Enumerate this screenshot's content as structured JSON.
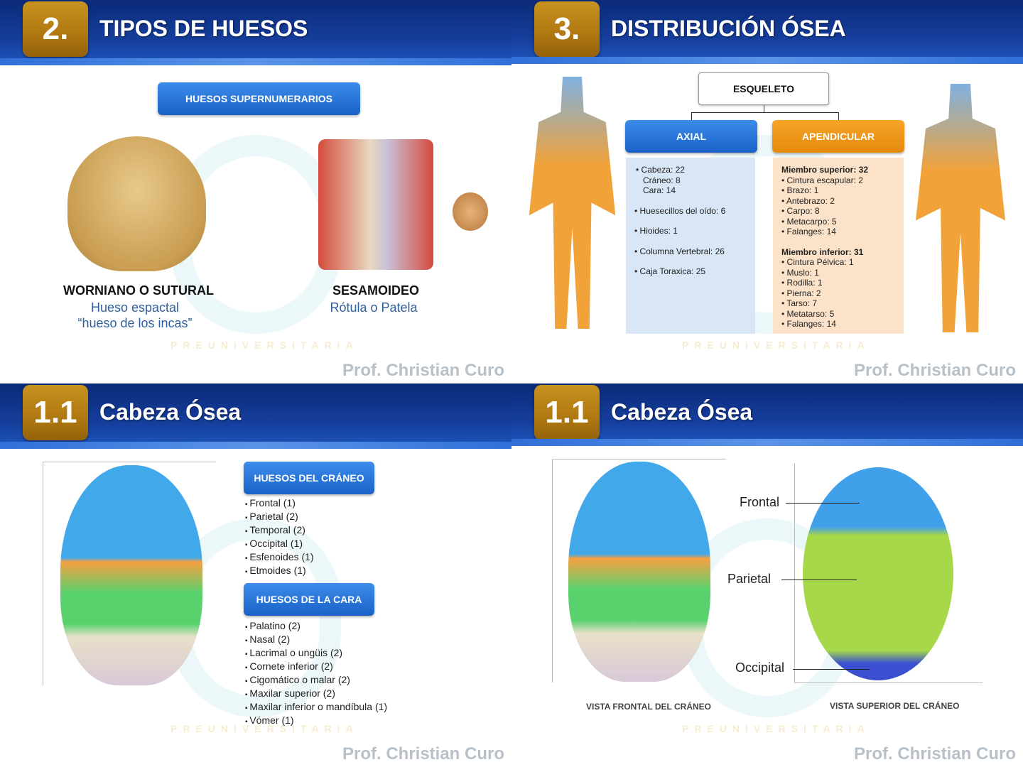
{
  "slides": [
    {
      "number": "2.",
      "title": "TIPOS DE HUESOS",
      "button": "HUESOS SUPERNUMERARIOS",
      "left_caption": {
        "title": "WORNIANO O SUTURAL",
        "line1": "Hueso espactal",
        "line2": "“hueso de los incas”"
      },
      "right_caption": {
        "title": "SESAMOIDEO",
        "line1": "Rótula o Patela"
      },
      "watermark": "PREUNIVERSITARIA",
      "author": "Prof. Christian Curo"
    },
    {
      "number": "3.",
      "title": "DISTRIBUCIÓN ÓSEA",
      "root": "ESQUELETO",
      "axial": {
        "label": "AXIAL",
        "items": [
          "Cabeza: 22",
          "Cráneo: 8",
          "Cara: 14",
          "Huesecillos del oído: 6",
          "Hioides: 1",
          "Columna Vertebral: 26",
          "Caja Toraxica: 25"
        ]
      },
      "apendicular": {
        "label": "APENDICULAR",
        "superior_title": "Miembro superior: 32",
        "superior": [
          "Cintura escapular: 2",
          "Brazo: 1",
          "Antebrazo: 2",
          "Carpo: 8",
          "Metacarpo: 5",
          "Falanges: 14"
        ],
        "inferior_title": "Miembro inferior: 31",
        "inferior": [
          "Cintura Pélvica: 1",
          "Muslo: 1",
          "Rodilla: 1",
          "Pierna: 2",
          "Tarso: 7",
          "Metatarso: 5",
          "Falanges: 14"
        ]
      },
      "watermark": "PREUNIVERSITARIA",
      "author": "Prof. Christian Curo"
    },
    {
      "number": "1.1",
      "title": "Cabeza Ósea",
      "craneo_button": "HUESOS DEL CRÁNEO",
      "craneo": [
        "Frontal (1)",
        "Parietal (2)",
        "Temporal (2)",
        "Occipital (1)",
        "Esfenoides (1)",
        "Etmoides (1)"
      ],
      "cara_button": "HUESOS DE LA CARA",
      "cara": [
        "Palatino (2)",
        "Nasal (2)",
        "Lacrimal o ungüis (2)",
        "Cornete inferior (2)",
        "Cigomático o malar (2)",
        "Maxilar superior  (2)",
        "Maxilar inferior o mandíbula (1)",
        "Vómer (1)"
      ],
      "watermark": "PREUNIVERSITARIA",
      "author": "Prof. Christian Curo"
    },
    {
      "number": "1.1",
      "title": "Cabeza Ósea",
      "labels": {
        "frontal": "Frontal",
        "parietal": "Parietal",
        "occipital": "Occipital"
      },
      "caption_front": "VISTA FRONTAL DEL CRÁNEO",
      "caption_top": "VISTA  SUPERIOR DEL CRÁNEO",
      "watermark": "PREUNIVERSITARIA",
      "author": "Prof. Christian Curo"
    }
  ]
}
